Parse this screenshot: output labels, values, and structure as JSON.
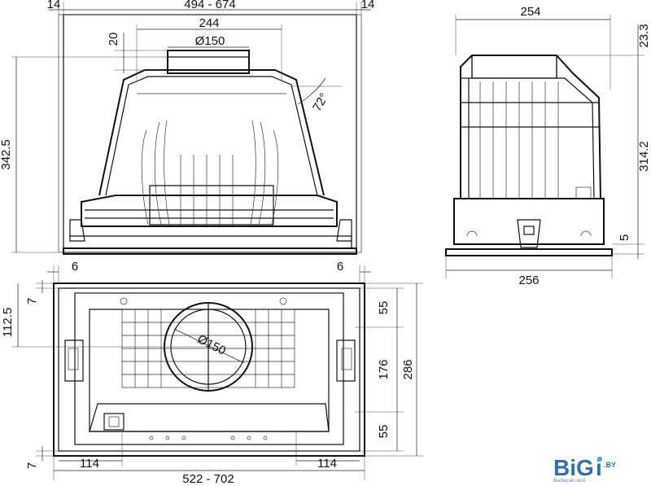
{
  "dimensions": {
    "front_left_side": "14",
    "front_width_range": "494 - 674",
    "front_right_side": "14",
    "front_inner_width": "244",
    "front_outlet_height": "20",
    "front_outlet_diameter": "Ø150",
    "front_angle": "72°",
    "front_height": "342.5",
    "side_depth": "254",
    "side_top_offset": "23.3",
    "side_body_height": "314.2",
    "side_bottom_offset": "5",
    "side_base_depth": "256",
    "bottom_left_margin": "6",
    "bottom_right_margin": "6",
    "bottom_top_offset": "7",
    "bottom_center_offset": "112.5",
    "bottom_diameter": "Ø150",
    "bottom_right_top": "55",
    "bottom_right_middle": "176",
    "bottom_right_lower": "55",
    "bottom_depth": "286",
    "bottom_bottom_offset": "7",
    "bottom_left_edge": "114",
    "bottom_width_range": "522 - 702",
    "bottom_right_edge": "114"
  },
  "brand": {
    "name_part1": "BiG",
    "name_part2": "i",
    "suffix": ".BY",
    "tagline": "Выбирай своё"
  },
  "colors": {
    "line": "#111111",
    "brand_blue": "#2f6fb5",
    "brand_light": "#4aa3df"
  }
}
